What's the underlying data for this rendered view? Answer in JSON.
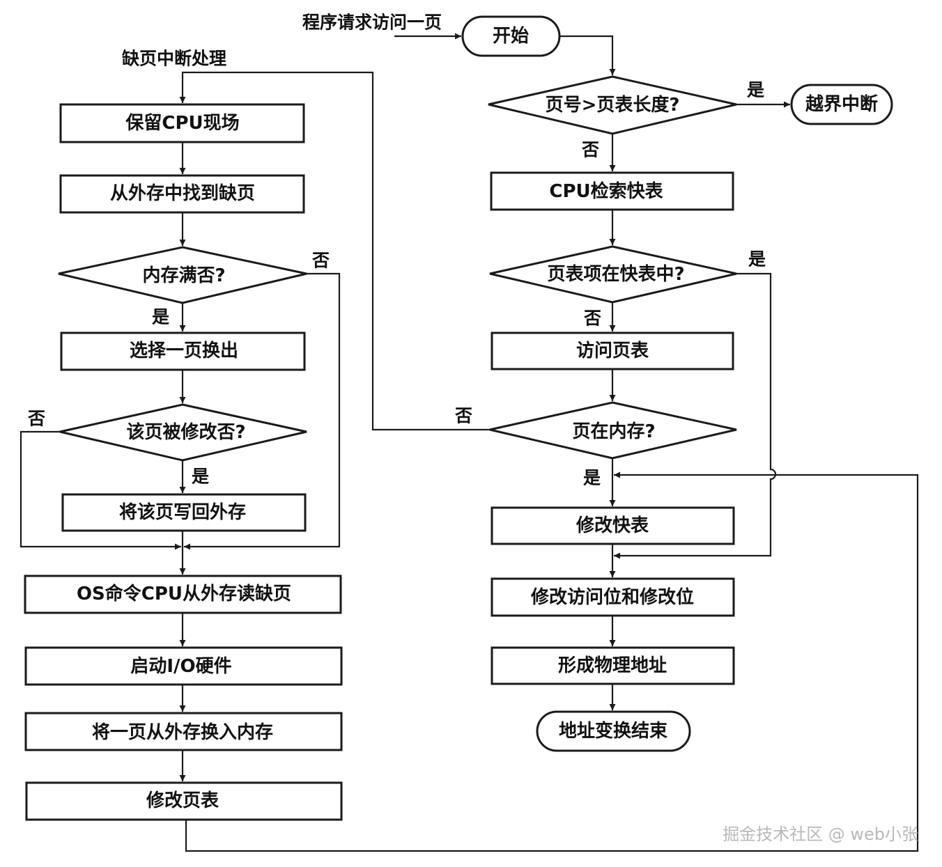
{
  "nodes": {
    "start": "开始",
    "page_overflow_check": "页号>页表长度?",
    "out_of_bounds": "越界中断",
    "search_tlb": "CPU检索快表",
    "entry_in_tlb_check": "页表项在快表中?",
    "access_page_table": "访问页表",
    "page_in_memory_check": "页在内存?",
    "modify_tlb": "修改快表",
    "modify_bits": "修改访问位和修改位",
    "form_physical_address": "形成物理地址",
    "end": "地址变换结束",
    "save_cpu_state": "保留CPU现场",
    "find_missing_page": "从外存中找到缺页",
    "memory_full_check": "内存满否?",
    "select_page_out": "选择一页换出",
    "page_modified_check": "该页被修改否?",
    "write_back": "将该页写回外存",
    "os_read_page": "OS命令CPU从外存读缺页",
    "start_io": "启动I/O硬件",
    "swap_in": "将一页从外存换入内存",
    "modify_page_table": "修改页表"
  },
  "labels": {
    "program_request": "程序请求访问一页",
    "page_fault_handler": "缺页中断处理",
    "yes": "是",
    "no": "否"
  },
  "watermark": "掘金技术社区 @ web小张"
}
